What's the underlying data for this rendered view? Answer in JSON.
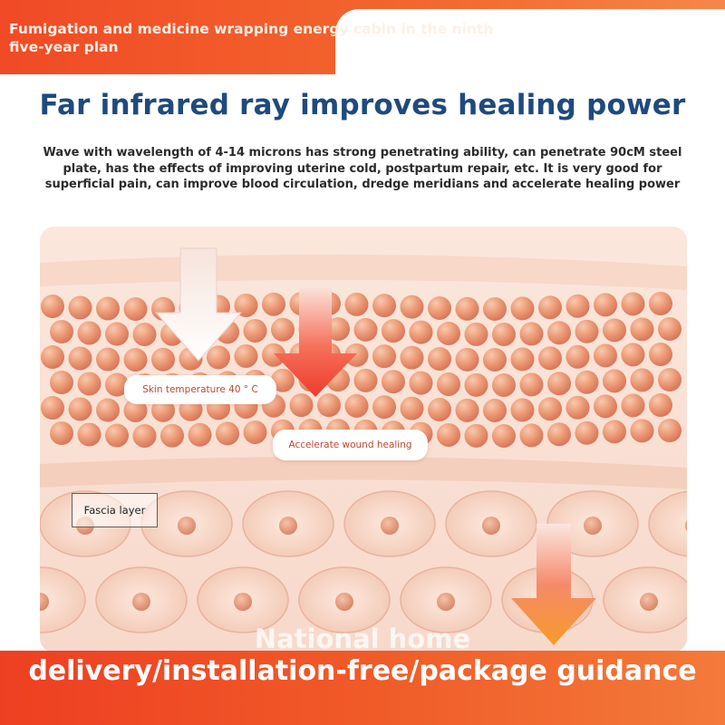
{
  "header": {
    "title": "Fumigation and medicine wrapping energy cabin in the ninth five-year plan"
  },
  "main": {
    "heading": "Far infrared ray improves healing power",
    "description": "Wave with wavelength of 4-14 microns has strong penetrating ability, can penetrate 90cM steel plate, has the effects of improving uterine cold, postpartum repair, etc. It is very good for superficial pain, can improve blood circulation, dredge meridians and accelerate healing power"
  },
  "figure": {
    "callouts": {
      "skin_temperature": "Skin temperature 40 ° C",
      "wound_healing": "Accelerate wound healing"
    },
    "fascia_label": "Fascia layer"
  },
  "footer": {
    "ghost_text": "National home",
    "banner_text": "delivery/installation-free/package guidance"
  },
  "colors": {
    "brand_orange": "#f05a28",
    "heading_blue": "#1f4a7d",
    "arrow_red": "#f04a3a",
    "arrow_orange": "#f7952e"
  }
}
